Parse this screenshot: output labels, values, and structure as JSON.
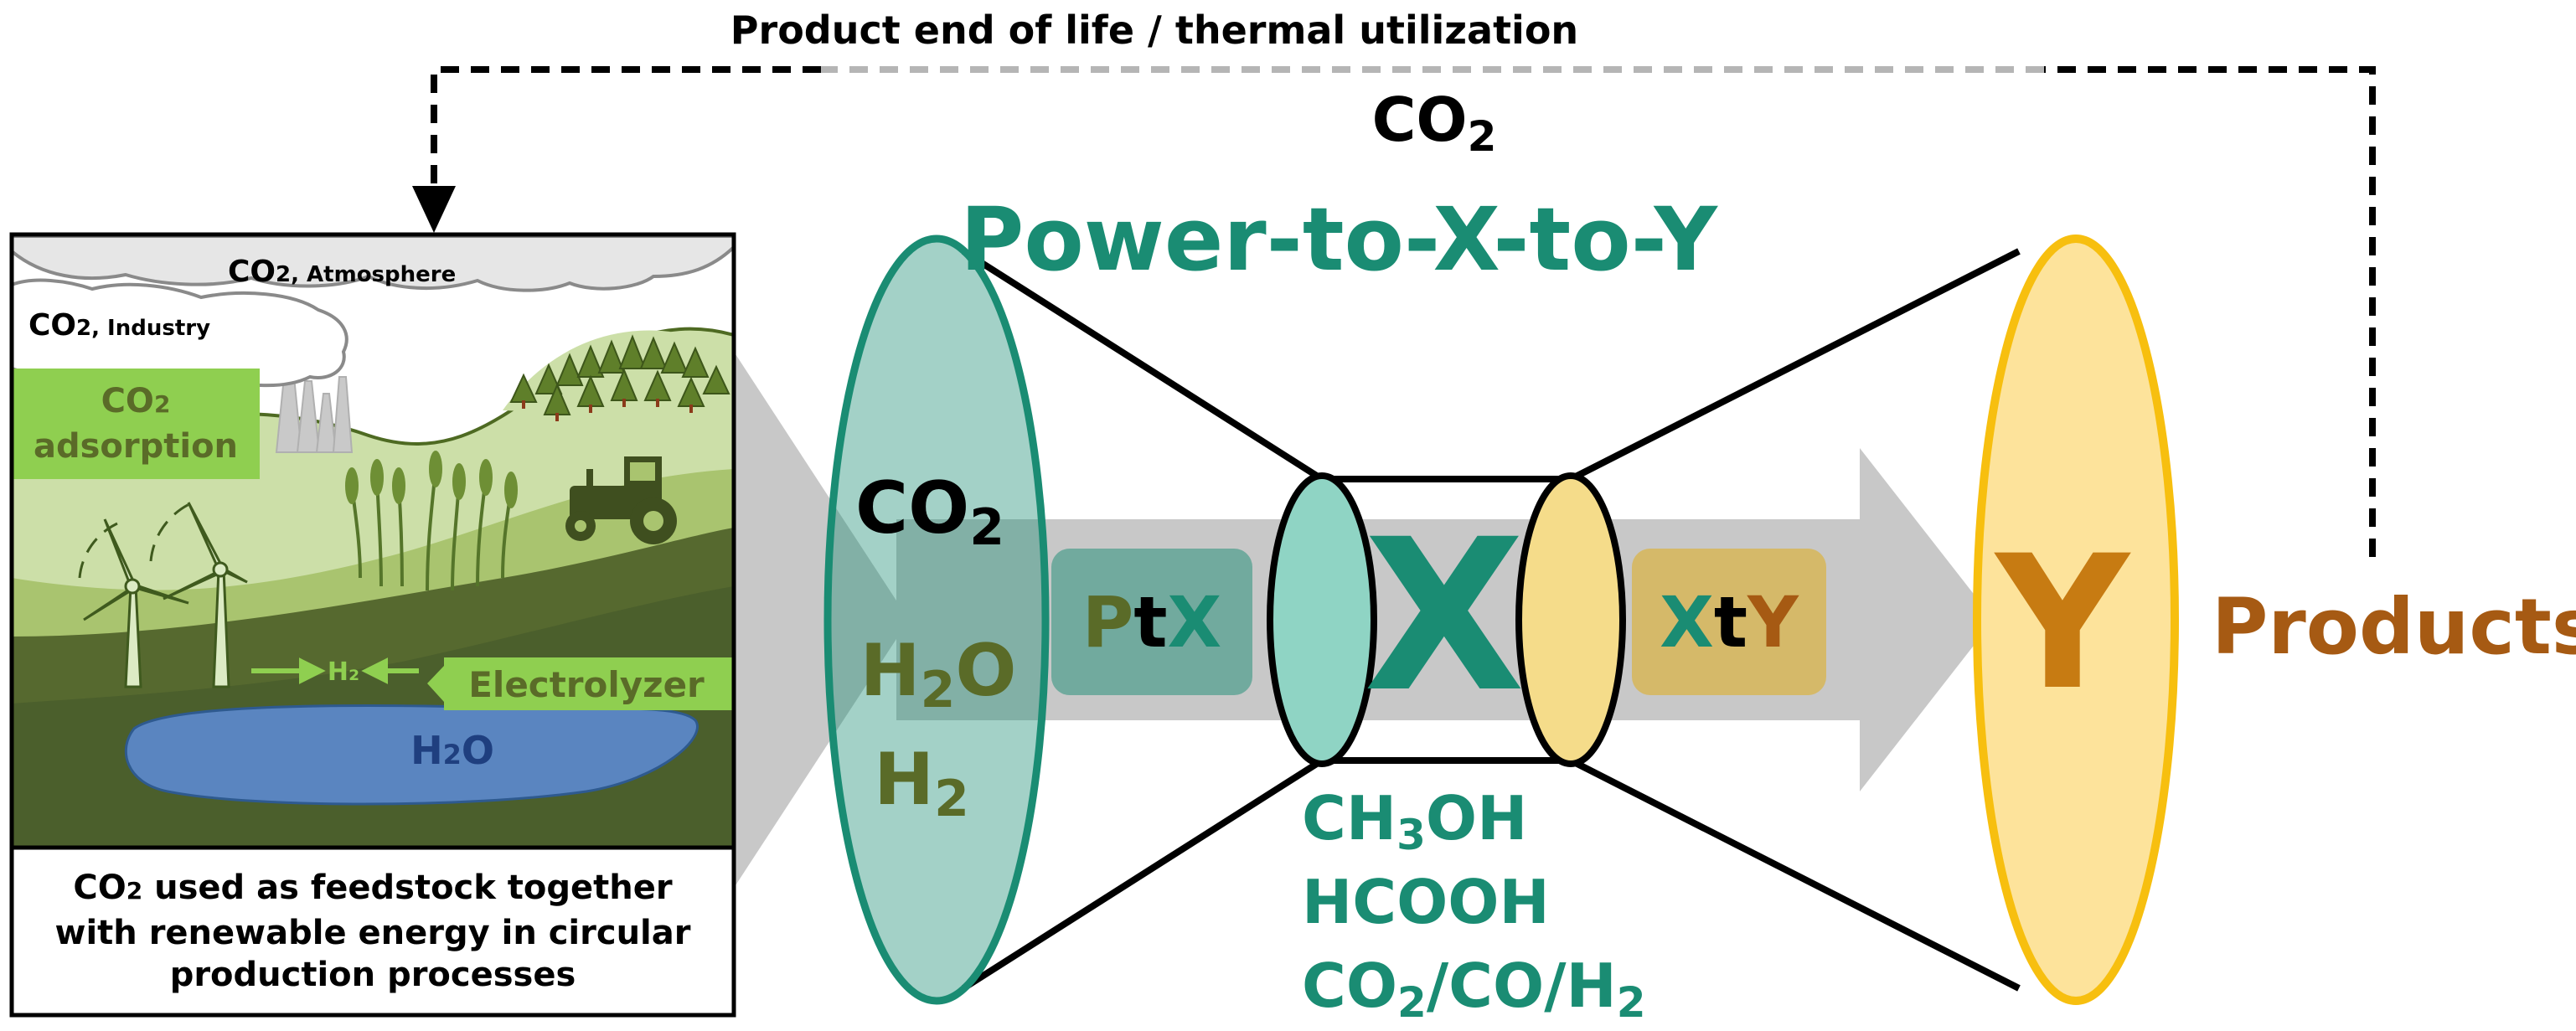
{
  "top_arrow_label": "Product end of life / thermal utilization",
  "top_co2": {
    "main": "CO",
    "sub": "2"
  },
  "title": "Power-to-X-to-Y",
  "landscape": {
    "co2_atmosphere": {
      "main": "CO",
      "sub": "2, Atmosphere"
    },
    "co2_industry": {
      "main": "CO",
      "sub": "2, Industry"
    },
    "co2_adsorption": {
      "line1_main": "CO",
      "line1_sub": "2",
      "line2": "adsorption"
    },
    "h2_small": "H₂",
    "electrolyzer": "Electrolyzer",
    "h2o_lake": {
      "main": "H",
      "sub": "2",
      "tail": "O"
    }
  },
  "caption": {
    "line1_main": "CO",
    "line1_sub": "2",
    "line1_tail": " used as feedstock together",
    "line2": "with renewable energy in circular",
    "line3": "production processes"
  },
  "inputs": {
    "co2": {
      "main": "CO",
      "sub": "2"
    },
    "h2o": {
      "main": "H",
      "sub": "2",
      "tail": "O"
    },
    "h2": {
      "main": "H",
      "sub": "2"
    }
  },
  "ptx": {
    "p": "P",
    "t": "t",
    "x": "X"
  },
  "x_label": "X",
  "xty": {
    "x": "X",
    "t": "t",
    "y": "Y"
  },
  "y_label": "Y",
  "products": "Products",
  "x_compounds": {
    "c1": {
      "a": "CH",
      "sub": "3",
      "b": "OH"
    },
    "c2": "HCOOH",
    "c3": {
      "a": "CO",
      "sub1": "2",
      "b": "/CO/H",
      "sub2": "2"
    }
  },
  "colors": {
    "teal": "#1a8c73",
    "teal_fill": "#a8dccf",
    "yellow": "#f7bf0f",
    "yellow_fill": "#fde39b",
    "orange_brown": "#a65a13",
    "olive": "#5a6b28",
    "grey_arrow": "#c8c8c8",
    "light_green": "#8fcf50",
    "dark_green": "#4b5f2c",
    "lake_blue": "#5a85c0",
    "y_letter": "#c77b12"
  }
}
